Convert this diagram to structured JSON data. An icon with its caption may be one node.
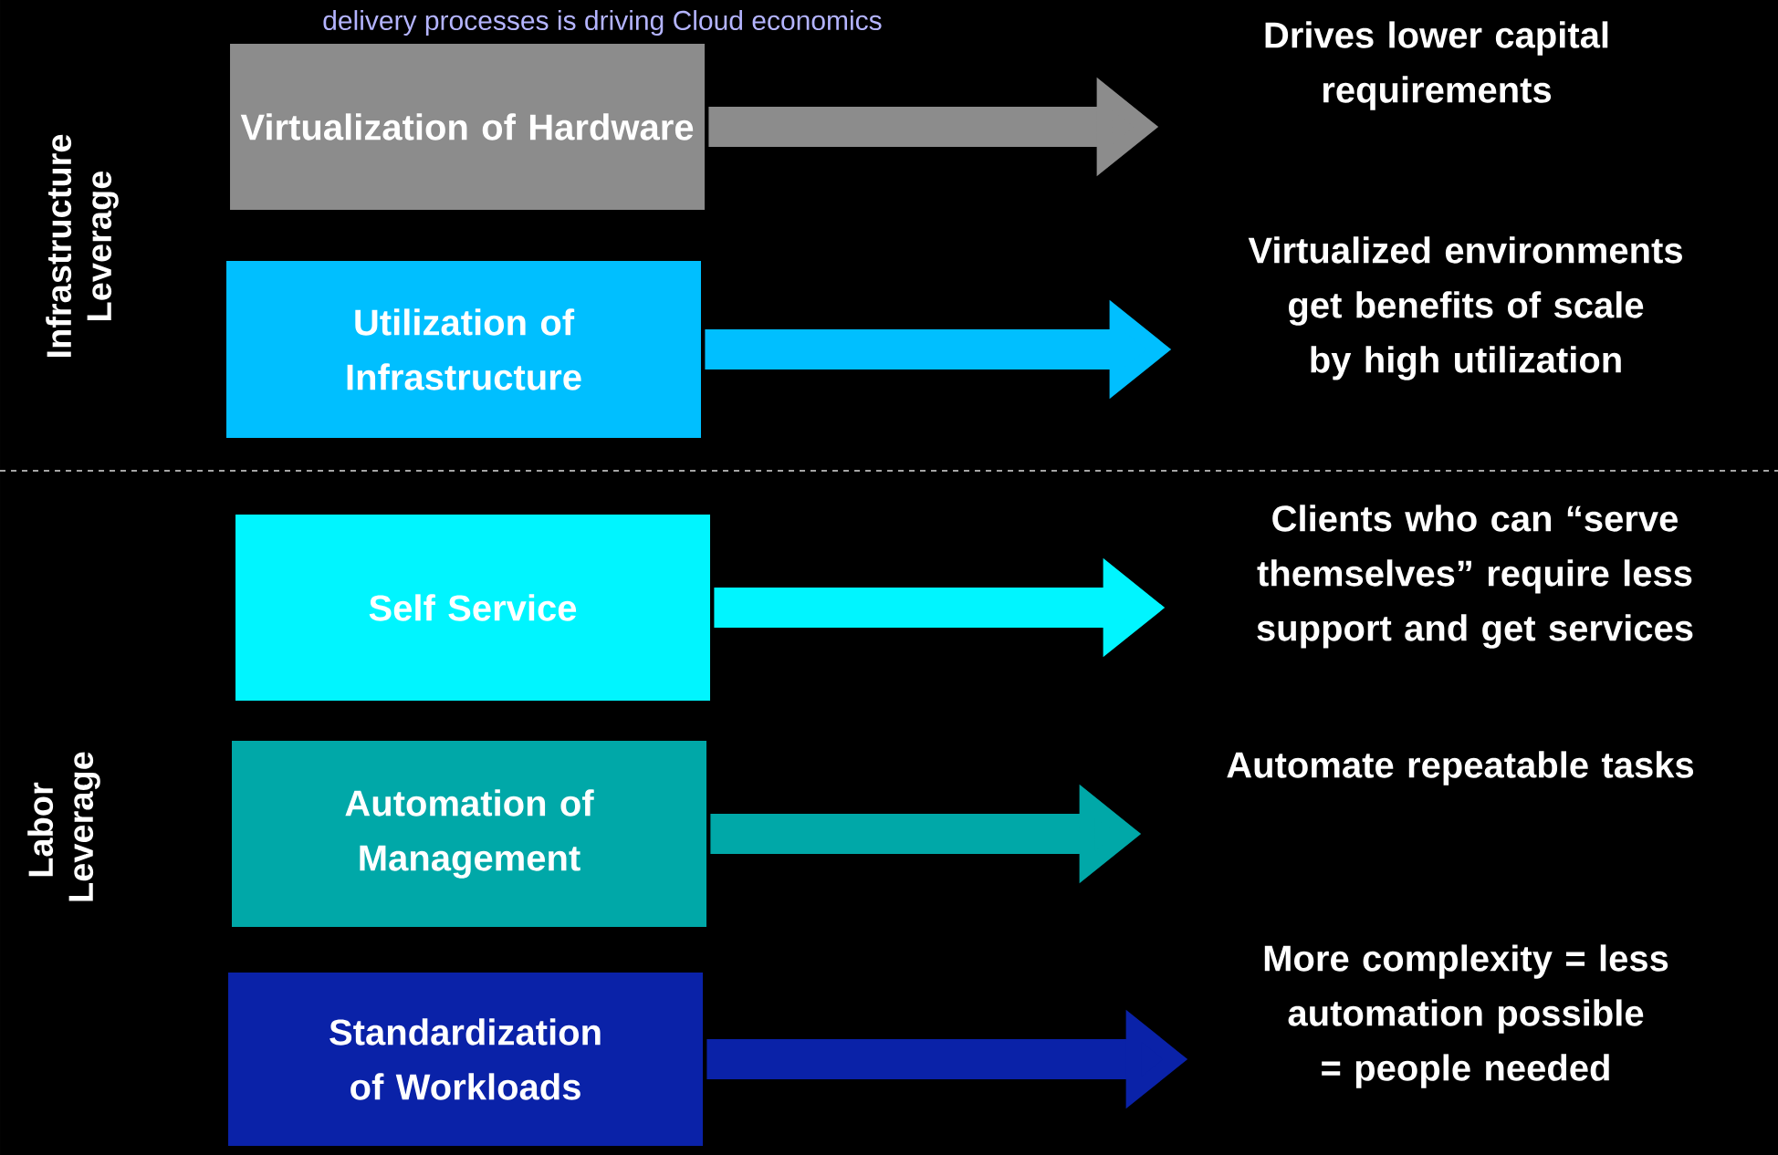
{
  "diagram": {
    "title": "delivery processes is driving Cloud economics",
    "nodes": [
      {
        "text": [
          "Virtualization of Hardware"
        ]
      },
      {
        "text": [
          "Utilization of Infrastructure"
        ]
      },
      {
        "text": [
          "Self Service"
        ]
      },
      {
        "text": [
          "Automation of Management"
        ]
      },
      {
        "text": [
          "Standardization of Workloads"
        ]
      },
      {
        "text": [
          "Drives lower capital requirements"
        ]
      },
      {
        "text": [
          "Virtualized environments get benefits of scale by high utilization"
        ]
      },
      {
        "text": [
          "Clients who can “serve themselves” require less support and get services"
        ]
      },
      {
        "text": [
          "Automate repeatable tasks"
        ]
      },
      {
        "text": [
          "More complexity = less automation possible = people needed"
        ]
      }
    ],
    "edges": [
      {
        "from": 0,
        "to": 5,
        "arrow": "to",
        "color": "#8c8c8c"
      },
      {
        "from": 1,
        "to": 6,
        "arrow": "to",
        "color": "#00bfff"
      },
      {
        "from": 2,
        "to": 7,
        "arrow": "to",
        "color": "#00f5ff"
      },
      {
        "from": 3,
        "to": 8,
        "arrow": "to",
        "color": "#00a8a8"
      },
      {
        "from": 4,
        "to": 9,
        "arrow": "to",
        "color": "#0a22a8"
      }
    ],
    "labels": [
      "Infrastructure Leverage",
      "Labor Leverage"
    ]
  }
}
